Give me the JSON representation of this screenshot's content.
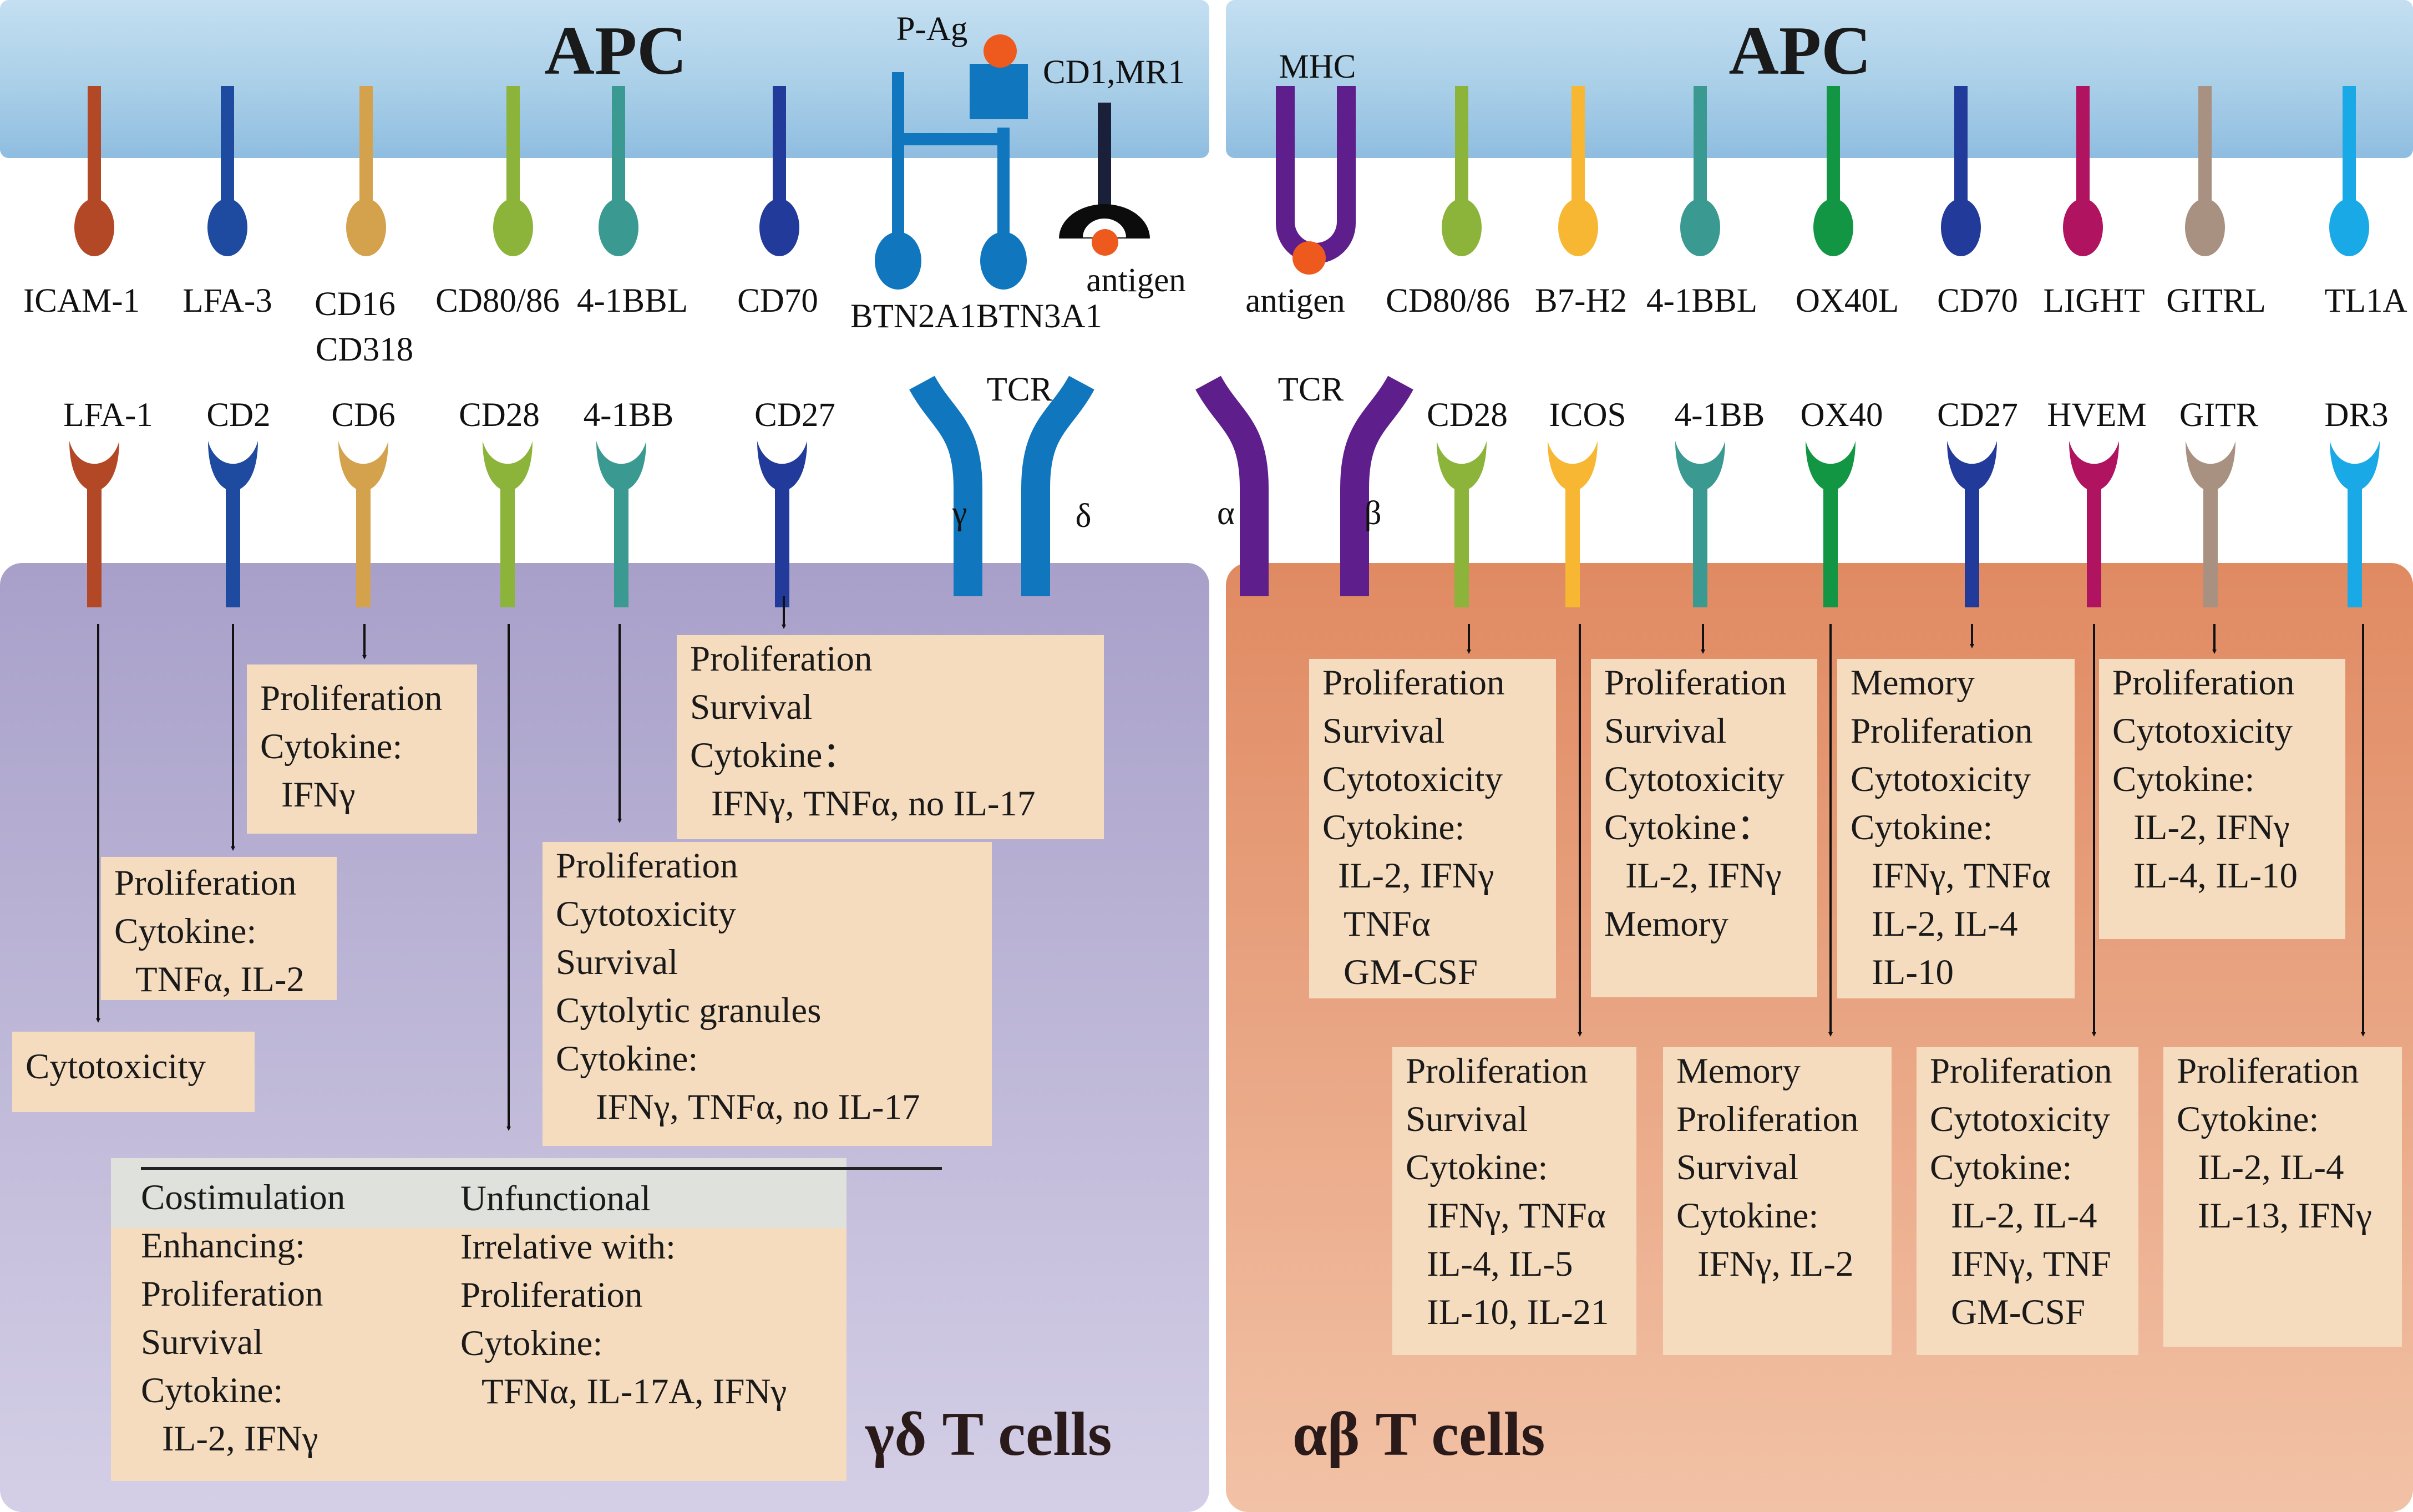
{
  "left_panel": {
    "apc_title": "APC",
    "cells_label": "γδ T cells",
    "apc_labels": {
      "icam1": "ICAM-1",
      "lfa3": "LFA-3",
      "cd16": "CD16",
      "cd318": "CD318",
      "cd80": "CD80/86",
      "bbl": "4-1BBL",
      "cd70": "CD70",
      "btn": "BTN2A1BTN3A1",
      "pag": "P-Ag",
      "cd1": "CD1,MR1",
      "antigen": "antigen"
    },
    "tcell_labels": {
      "lfa1": "LFA-1",
      "cd2": "CD2",
      "cd6": "CD6",
      "cd28": "CD28",
      "bb": "4-1BB",
      "cd27": "CD27",
      "tcr": "TCR",
      "gamma": "γ",
      "delta": "δ"
    },
    "boxes": {
      "cd6": [
        "Proliferation",
        "Cytokine:",
        "IFNγ"
      ],
      "cd2": [
        "Proliferation",
        "Cytokine:",
        "TNFα, IL-2"
      ],
      "lfa1": [
        "Cytotoxicity"
      ],
      "bb": [
        "Proliferation",
        "Cytotoxicity",
        "Survival",
        "Cytolytic granules",
        "Cytokine:",
        "IFNγ, TNFα, no IL-17"
      ],
      "cd27": [
        "Proliferation",
        "Survival",
        "Cytokine：",
        "IFNγ, TNFα, no IL-17"
      ]
    },
    "cd28_table": {
      "col1_header": "Costimulation",
      "col2_header": "Unfunctional",
      "col1": [
        "Enhancing:",
        "Proliferation",
        "Survival",
        "Cytokine:",
        "IL-2, IFNγ"
      ],
      "col2": [
        "Irrelative with:",
        "Proliferation",
        "Cytokine:",
        "TFNα, IL-17A, IFNγ"
      ]
    }
  },
  "right_panel": {
    "apc_title": "APC",
    "cells_label": "αβ T cells",
    "apc_labels": {
      "mhc": "MHC",
      "antigen": "antigen",
      "cd80": "CD80/86",
      "b7h2": "B7-H2",
      "bbl": "4-1BBL",
      "ox40l": "OX40L",
      "cd70": "CD70",
      "light": "LIGHT",
      "gitrl": "GITRL",
      "tl1a": "TL1A"
    },
    "tcell_labels": {
      "tcr": "TCR",
      "alpha": "α",
      "beta": "β",
      "cd28": "CD28",
      "icos": "ICOS",
      "bb": "4-1BB",
      "ox40": "OX40",
      "cd27": "CD27",
      "hvem": "HVEM",
      "gitr": "GITR",
      "dr3": "DR3"
    },
    "boxes": {
      "cd28": [
        "Proliferation",
        "Survival",
        "Cytotoxicity",
        "Cytokine:",
        "IL-2, IFNγ",
        "TNFα",
        "GM-CSF"
      ],
      "bb": [
        "Proliferation",
        "Survival",
        "Cytotoxicity",
        "Cytokine：",
        "IL-2, IFNγ",
        "Memory"
      ],
      "cd27": [
        "Memory",
        "Proliferation",
        "Cytotoxicity",
        "Cytokine:",
        "IFNγ, TNFα",
        "IL-2, IL-4",
        "IL-10"
      ],
      "gitr": [
        "Proliferation",
        "Cytotoxicity",
        "Cytokine:",
        "IL-2, IFNγ",
        "IL-4, IL-10"
      ],
      "icos": [
        "Proliferation",
        "Survival",
        "Cytokine:",
        "IFNγ, TNFα",
        "IL-4, IL-5",
        "IL-10, IL-21"
      ],
      "ox40": [
        "Memory",
        "Proliferation",
        "Survival",
        "Cytokine:",
        "IFNγ, IL-2"
      ],
      "hvem": [
        "Proliferation",
        "Cytotoxicity",
        "Cytokine:",
        "IL-2, IL-4",
        "IFNγ, TNF",
        "GM-CSF"
      ],
      "dr3": [
        "Proliferation",
        "Cytokine:",
        "IL-2, IL-4",
        "IL-13, IFNγ"
      ]
    }
  },
  "colors": {
    "apc_band": "#a9cfe8",
    "gd_panel": "#cbc4dd",
    "ab_panel": "#e9a783",
    "box_fill": "#f6dcbf",
    "table_header": "#dfe1dc",
    "tcr_gd": "#1076bd",
    "tcr_ab": "#5e1f8c",
    "antigen": "#ee5a1e"
  }
}
